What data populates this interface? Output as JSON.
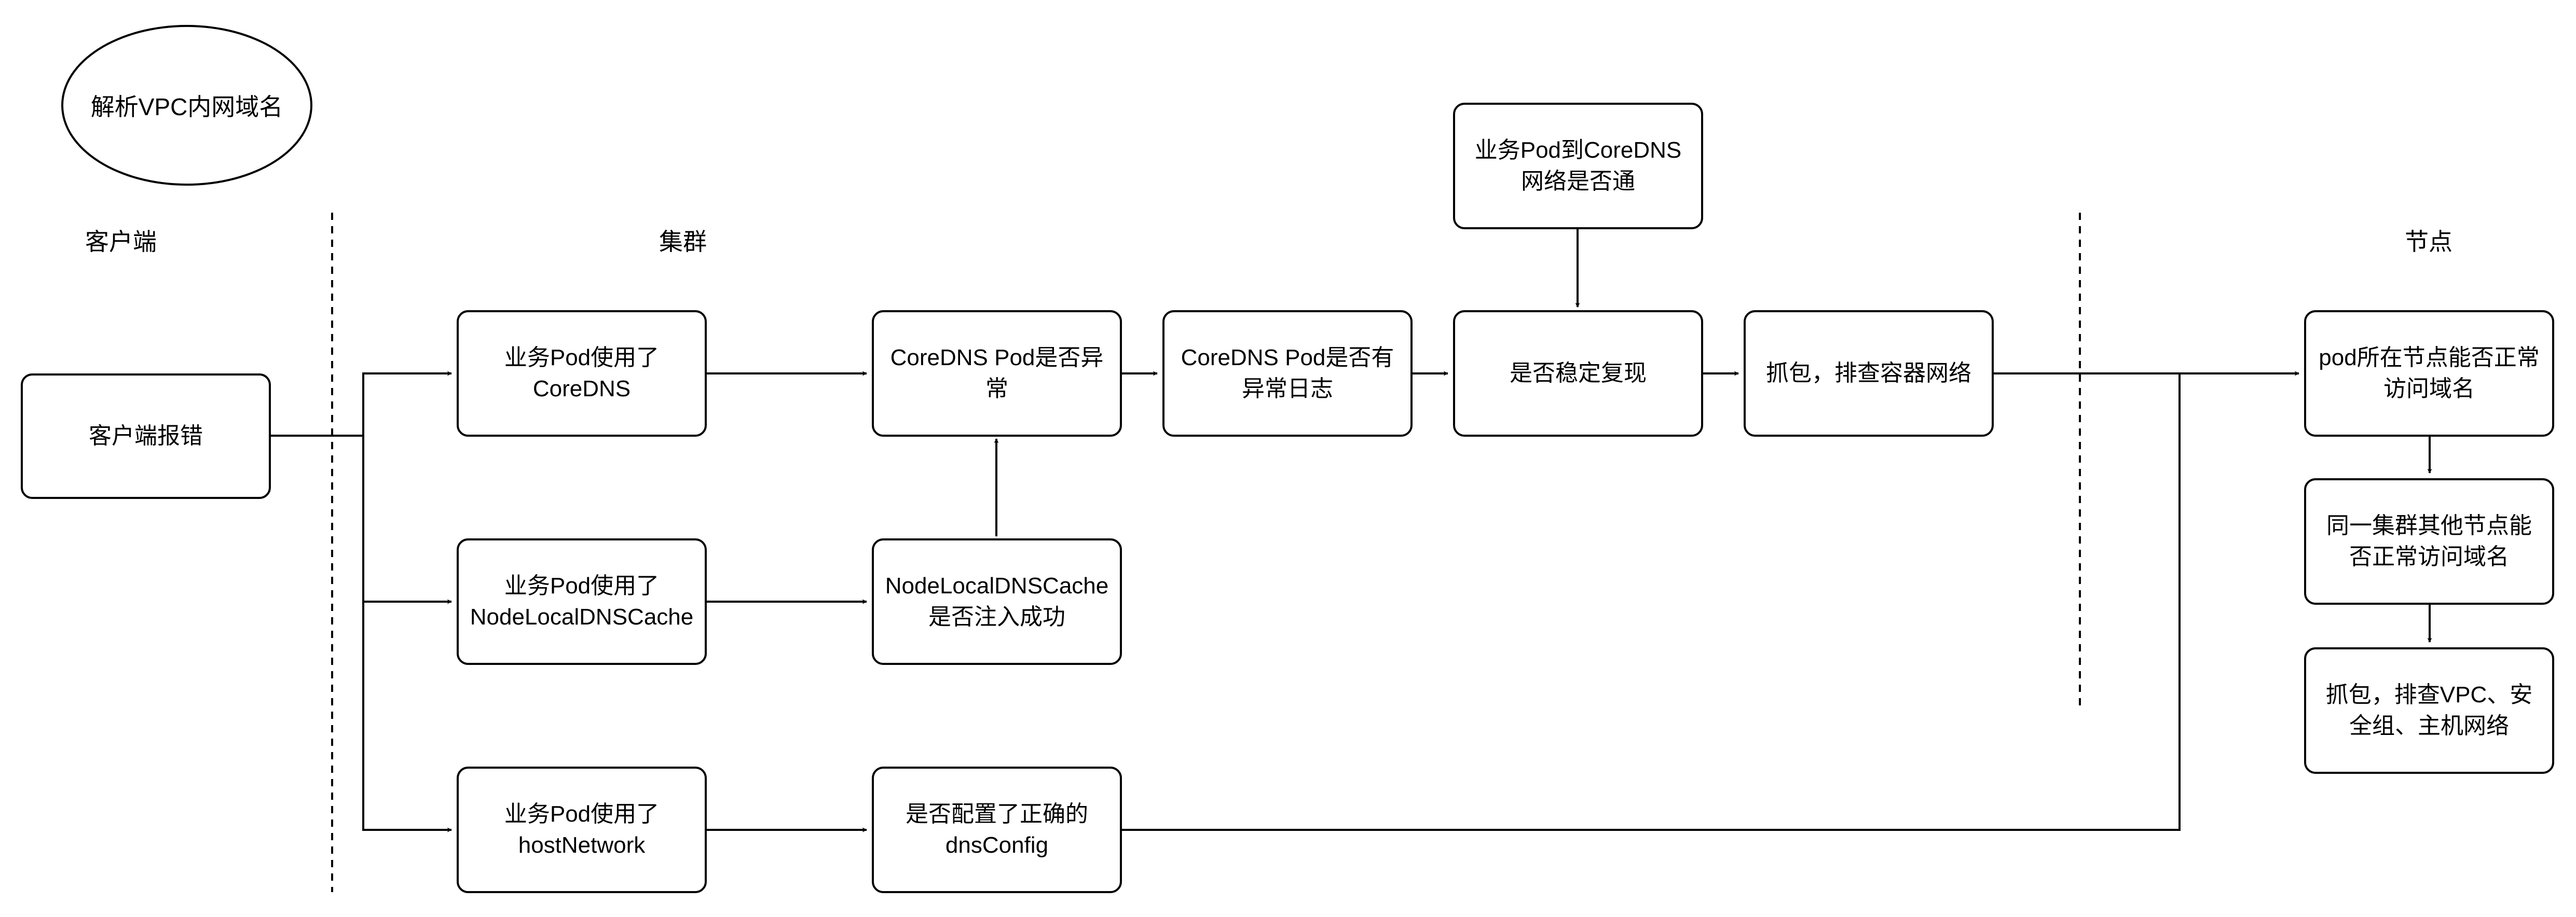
{
  "title": "解析VPC内网域名",
  "zones": {
    "client": "客户端",
    "cluster": "集群",
    "node": "节点"
  },
  "nodes": {
    "client_error": "客户端报错",
    "use_coredns": "业务Pod使用了\nCoreDNS",
    "use_nodelocal": "业务Pod使用了\nNodeLocalDNSCache",
    "use_hostnetwork": "业务Pod使用了\nhostNetwork",
    "coredns_abnormal": "CoreDNS Pod是否异\n常",
    "coredns_log": "CoreDNS Pod是否有\n异常日志",
    "stable_repro": "是否稳定复现",
    "pod_to_coredns": "业务Pod到CoreDNS\n网络是否通",
    "capture_container": "抓包，排查容器网络",
    "nodelocal_injected": "NodeLocalDNSCache\n是否注入成功",
    "dnsconfig_correct": "是否配置了正确的\ndnsConfig",
    "node_resolve": "pod所在节点能否正常\n访问域名",
    "other_nodes": "同一集群其他节点能\n否正常访问域名",
    "capture_vpc": "抓包，排查VPC、安\n全组、主机网络"
  }
}
